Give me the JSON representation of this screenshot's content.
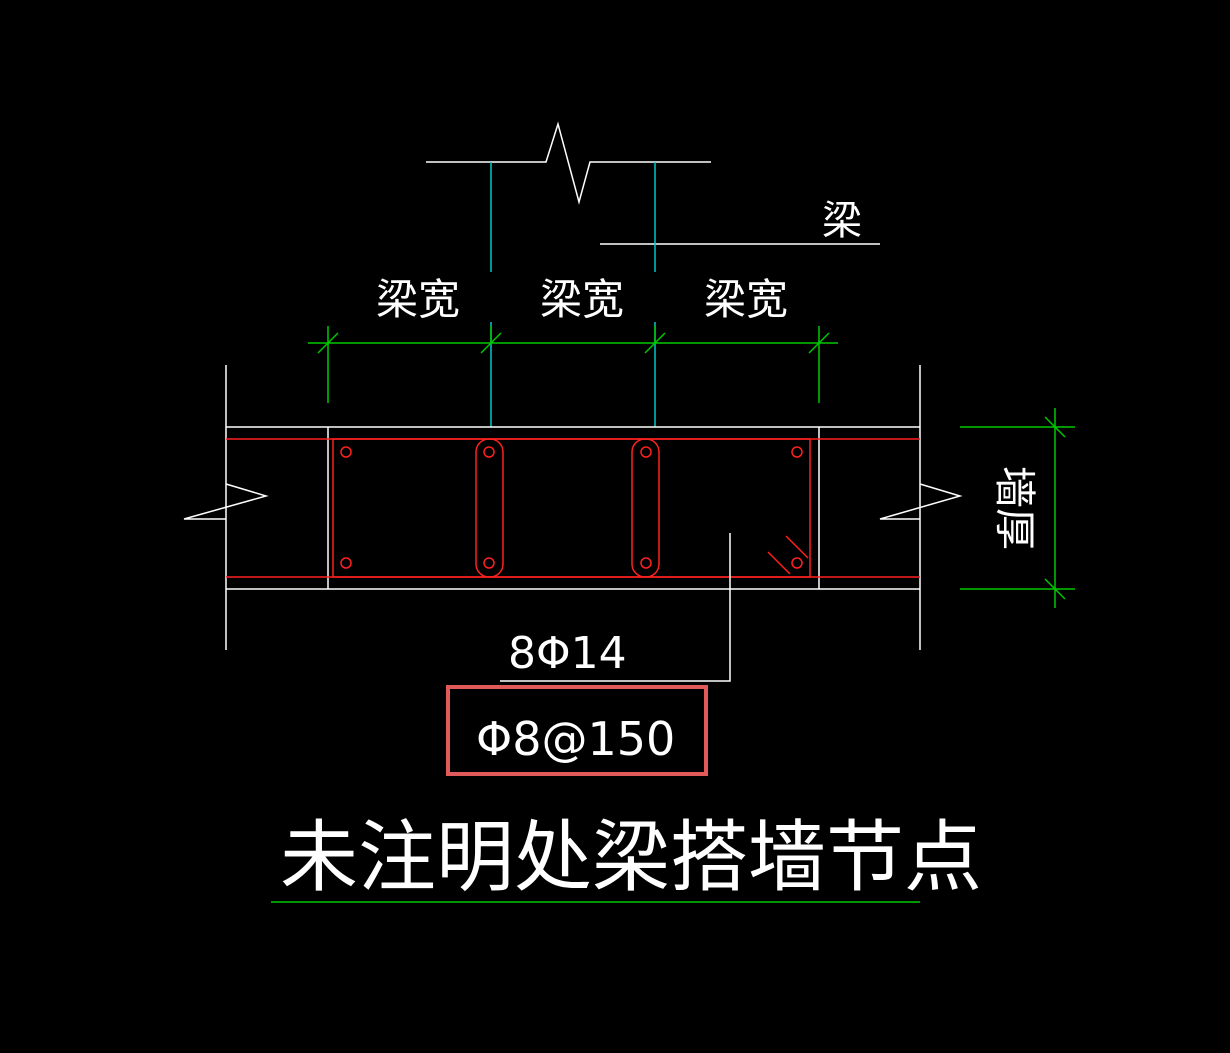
{
  "drawing": {
    "label_beam": "梁",
    "label_beam_width": [
      "梁宽",
      "梁宽",
      "梁宽"
    ],
    "label_wall_thickness": "墙厚",
    "label_longitudinal_bars": "8Φ14",
    "label_stirrups": "Φ8@150",
    "caption": "未注明处梁搭墙节点"
  },
  "colors": {
    "background": "#000000",
    "outline": "#ffffff",
    "rebar": "#ff2020",
    "dimension": "#00c800",
    "axis": "#00c8c8",
    "highlight": "#e05a5a",
    "text": "#ffffff"
  }
}
